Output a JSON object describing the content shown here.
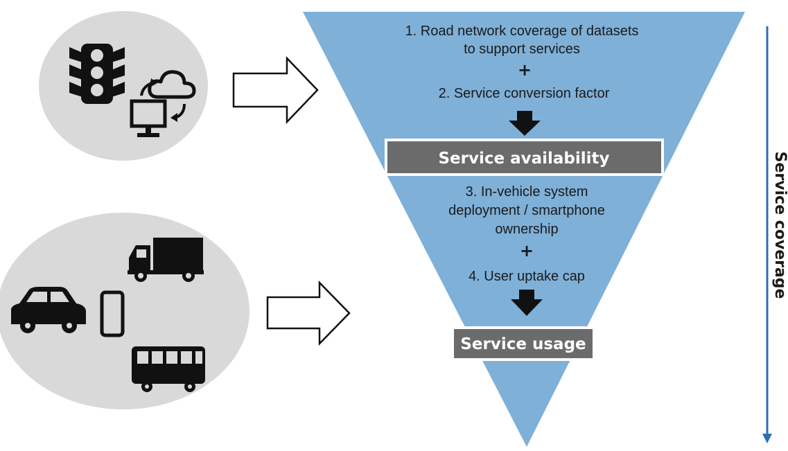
{
  "steps": {
    "step1_line1": "1.  Road network coverage of datasets",
    "step1_line2": "to support services",
    "plus1": "+",
    "step2": "2.  Service conversion factor",
    "step3_line1": "3. In-vehicle system",
    "step3_line2": "deployment / smartphone",
    "step3_line3": "ownership",
    "plus2": "+",
    "step4": "4. User uptake cap"
  },
  "boxes": {
    "availability": "Service availability",
    "usage": "Service usage"
  },
  "side_label": "Service coverage",
  "icons": {
    "top_group": [
      "traffic-light-icon",
      "cloud-icon",
      "computer-monitor-icon",
      "sync-arrows-icon"
    ],
    "bottom_group": [
      "truck-icon",
      "car-icon",
      "smartphone-icon",
      "bus-icon"
    ]
  },
  "colors": {
    "funnel": "#7fb0d8",
    "circle": "#d9d9d9",
    "box": "#6b6b6b",
    "coverage_arrow": "#2e6db4",
    "icon": "#111111"
  }
}
